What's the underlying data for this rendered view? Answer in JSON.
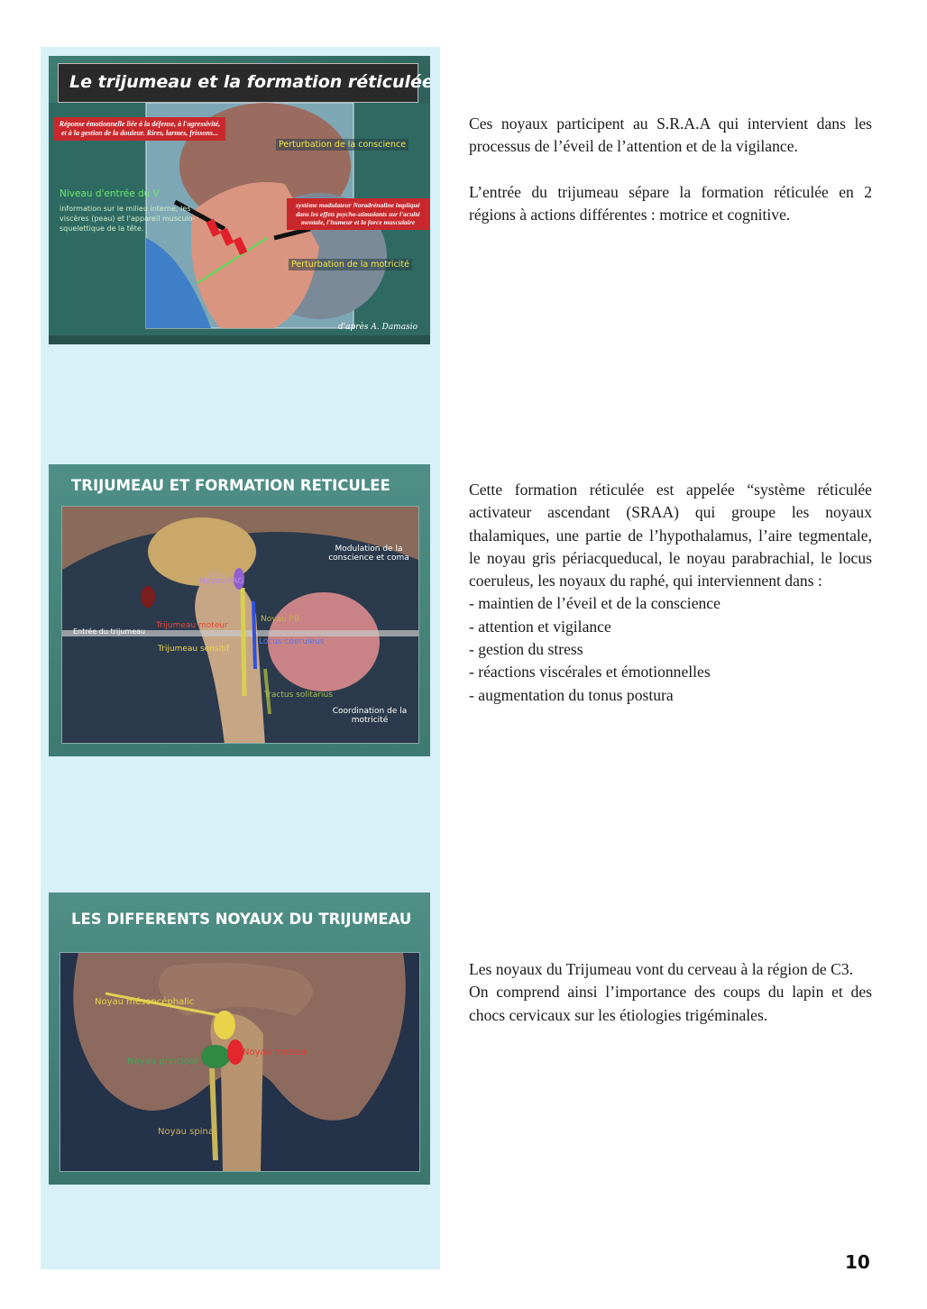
{
  "slides": [
    {
      "title": "Le trijumeau et la formation réticulée",
      "labels": {
        "emotional": "Réponse émotionnelle liée à la défense, à l'agressivité, et à la gestion de la douleur. Rires, larmes, frissons...",
        "conscience": "Perturbation de la conscience",
        "entry_level": "Niveau d'entrée du V",
        "info": "information sur le milieu interne, les viscères (peau) et l'appareil musculo-squelettique de la tête.",
        "modulator": "système modulateur Noradrénaline impliqué dans les effets psycho-stimulants sur l'acuité mentale, l'humeur et la force musculaire",
        "motricite": "Perturbation de la motricité",
        "credit": "d'après A. Damasio"
      }
    },
    {
      "title": "TRIJUMEAU ET FORMATION RETICULEE",
      "labels": {
        "modulation": "Modulation de la conscience et coma",
        "pag": "Noyau PAG",
        "trijumeau_moteur": "Trijumeau moteur",
        "noyau": "Noyau PB",
        "entree": "Entrée du trijumeau",
        "trijumeau_sensitif": "Trijumeau sensitif",
        "locus": "Locus coeruleus",
        "tractus": "Tractus solitarius",
        "coordination": "Coordination de la motricité"
      }
    },
    {
      "title": "LES DIFFERENTS NOYAUX DU TRIJUMEAU",
      "labels": {
        "mesencephalic": "Noyau mésencéphalic",
        "moteur": "Noyau moteur",
        "principal": "Noyau principal",
        "spinal": "Noyau spinal"
      }
    }
  ],
  "text_blocks": {
    "block1_p1": "Ces noyaux participent au S.R.A.A qui intervient dans les processus de l’éveil de l’attention et de la vigilance.",
    "block1_p2": "L’entrée du trijumeau sépare la formation réticulée en 2 régions à actions différentes : motrice et cognitive.",
    "block2_intro": "Cette formation réticulée est appelée “système réticulée activateur ascendant (SRAA) qui groupe les noyaux thalamiques, une partie de l’hypothalamus, l’aire tegmentale, le noyau gris périacqueducal, le noyau parabrachial, le locus coeruleus, les noyaux du raphé, qui interviennent dans :",
    "block2_items": [
      "- maintien de l’éveil et de la conscience",
      "- attention et vigilance",
      "- gestion du stress",
      "- réactions viscérales et émotionnelles",
      "- augmentation du tonus postura"
    ],
    "block3_p1": "Les noyaux du Trijumeau vont du cerveau à la région de C3.",
    "block3_p2": "On comprend ainsi l’importance des coups du lapin et des chocs cervicaux sur les étiologies trigéminales."
  },
  "page_number": "10"
}
